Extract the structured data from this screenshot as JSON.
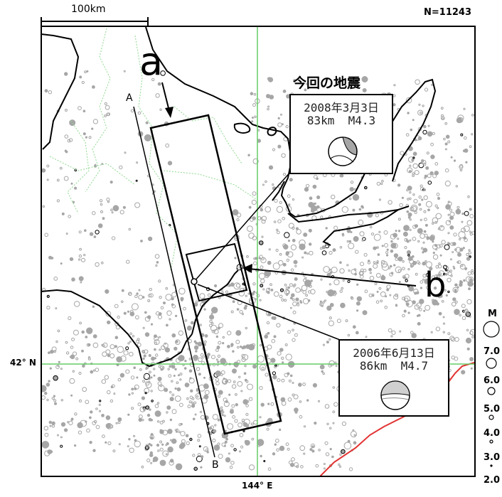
{
  "header": {
    "scale_label": "100km",
    "count_label": "N=11243"
  },
  "axes": {
    "lat_label": "42° N",
    "lon_label": "144° E"
  },
  "labels": {
    "region_a": "a",
    "region_b": "b",
    "point_a": "A",
    "point_b": "B"
  },
  "events": {
    "current_heading": "今回の地震",
    "current": {
      "date": "2008年3月3日",
      "detail": "83km  M4.3"
    },
    "past": {
      "date": "2006年6月13日",
      "detail": "86km  M4.7"
    }
  },
  "legend": {
    "title": "M",
    "magnitudes": [
      "7.0",
      "6.0",
      "5.0",
      "4.0",
      "3.0",
      "2.0"
    ]
  },
  "colors": {
    "grid_line": "#66cc66",
    "boundary_green": "#8fd88f",
    "epicenter_gray": "#a6a6a6",
    "trench_red": "#e23333",
    "coastline": "#000000"
  }
}
